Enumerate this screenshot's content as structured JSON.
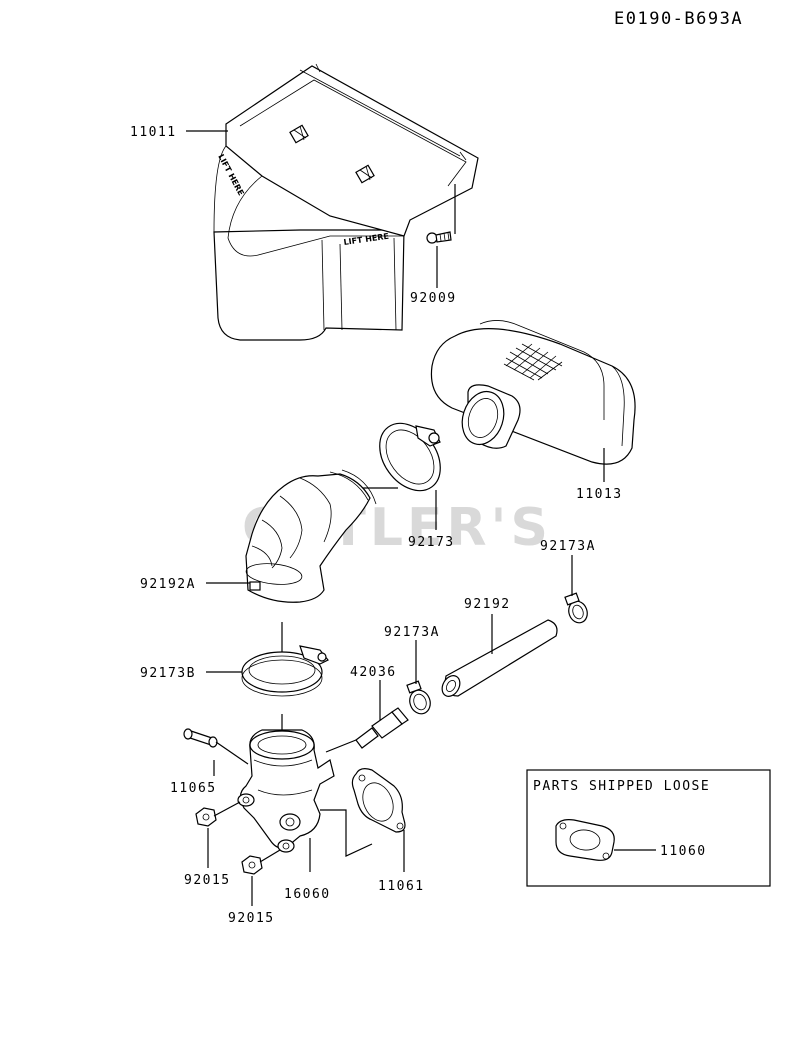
{
  "diagram_code": "E0190-B693A",
  "watermark": "CUTLER'S",
  "stamps": {
    "lift_here": "LIFT HERE"
  },
  "loose_box": {
    "title": "PARTS SHIPPED LOOSE"
  },
  "parts": {
    "p11011": "11011",
    "p92009": "92009",
    "p11013": "11013",
    "p92173": "92173",
    "p92173A_top": "92173A",
    "p92192A": "92192A",
    "p92192": "92192",
    "p92173A_mid": "92173A",
    "p92173B": "92173B",
    "p42036": "42036",
    "p11065": "11065",
    "p92015_a": "92015",
    "p16060": "16060",
    "p11061": "11061",
    "p92015_b": "92015",
    "p11060": "11060"
  }
}
